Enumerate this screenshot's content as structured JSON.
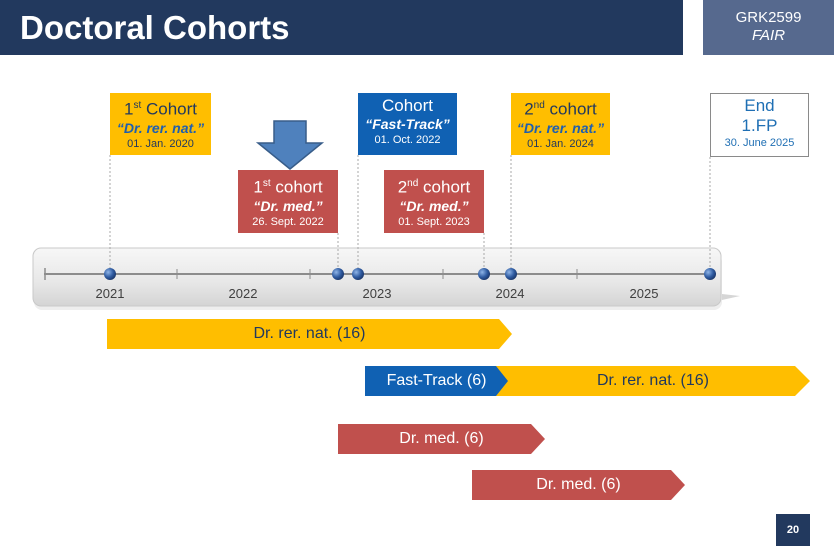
{
  "header": {
    "title": "Doctoral Cohorts"
  },
  "brand": {
    "line1": "GRK2599",
    "line2": "FAIR"
  },
  "milestones": {
    "cohort1_rer": {
      "ordinal": "1",
      "sup": "st",
      "title": "Cohort",
      "subtitle": "“Dr. rer. nat.”",
      "date": "01. Jan.  2020"
    },
    "cohort_fast": {
      "title": "Cohort",
      "subtitle": "“Fast-Track”",
      "date": "01. Oct. 2022"
    },
    "cohort2_rer": {
      "ordinal": "2",
      "sup": "nd",
      "title": "cohort",
      "subtitle": "“Dr. rer. nat.”",
      "date": "01. Jan.  2024"
    },
    "end": {
      "title": "End",
      "title2": "1.FP",
      "date": "30. June 2025"
    },
    "cohort1_med": {
      "ordinal": "1",
      "sup": "st",
      "title": "cohort",
      "subtitle": "“Dr. med.”",
      "date": "26. Sept. 2022"
    },
    "cohort2_med": {
      "ordinal": "2",
      "sup": "nd",
      "title": "cohort",
      "subtitle": "“Dr. med.”",
      "date": "01. Sept. 2023"
    }
  },
  "timeline": {
    "ticks": [
      "2021",
      "2022",
      "2023",
      "2024",
      "2025"
    ]
  },
  "bars": {
    "rer1": "Dr. rer. nat. (16)",
    "fast": "Fast-Track (6)",
    "rer2": "Dr. rer. nat. (16)",
    "med1": "Dr. med. (6)",
    "med2": "Dr. med. (6)"
  },
  "footer": {
    "page": "20"
  },
  "colors": {
    "navy": "#22395e",
    "yellow": "#ffbe00",
    "blue": "#1061b3",
    "red": "#c0504d"
  }
}
